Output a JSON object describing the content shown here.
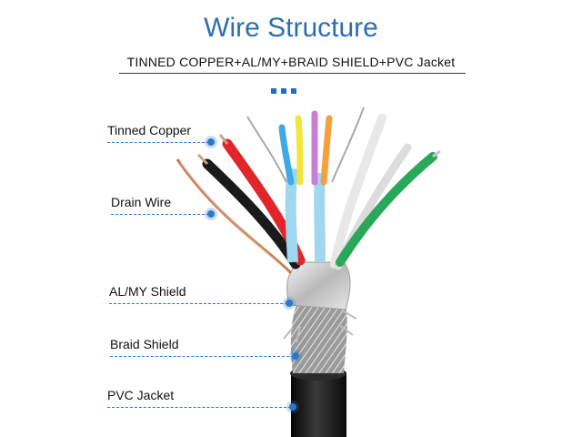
{
  "header": {
    "title": "Wire Structure",
    "subtitle": "TINNED  COPPER+AL/MY+BRAID SHIELD+PVC Jacket"
  },
  "labels": [
    {
      "key": "tinned-copper",
      "text": "Tinned Copper"
    },
    {
      "key": "drain-wire",
      "text": "Drain Wire"
    },
    {
      "key": "al-my-shield",
      "text": "AL/MY Shield"
    },
    {
      "key": "braid-shield",
      "text": "Braid Shield"
    },
    {
      "key": "pvc-jacket",
      "text": "PVC Jacket"
    }
  ],
  "colors": {
    "accent": "#2a6fb3",
    "leader": "#2a78c8",
    "jacket": "#1c1c1c",
    "conductor_red": "#e0262b",
    "conductor_black": "#1a1a1a",
    "conductor_blue": "#3fa9e8",
    "conductor_yellow": "#f2e63a",
    "conductor_violet": "#c77fd6",
    "conductor_orange": "#f5a03a",
    "conductor_green": "#2aa85a",
    "conductor_white": "#e8e8e8",
    "drain_copper": "#c07a4e"
  }
}
